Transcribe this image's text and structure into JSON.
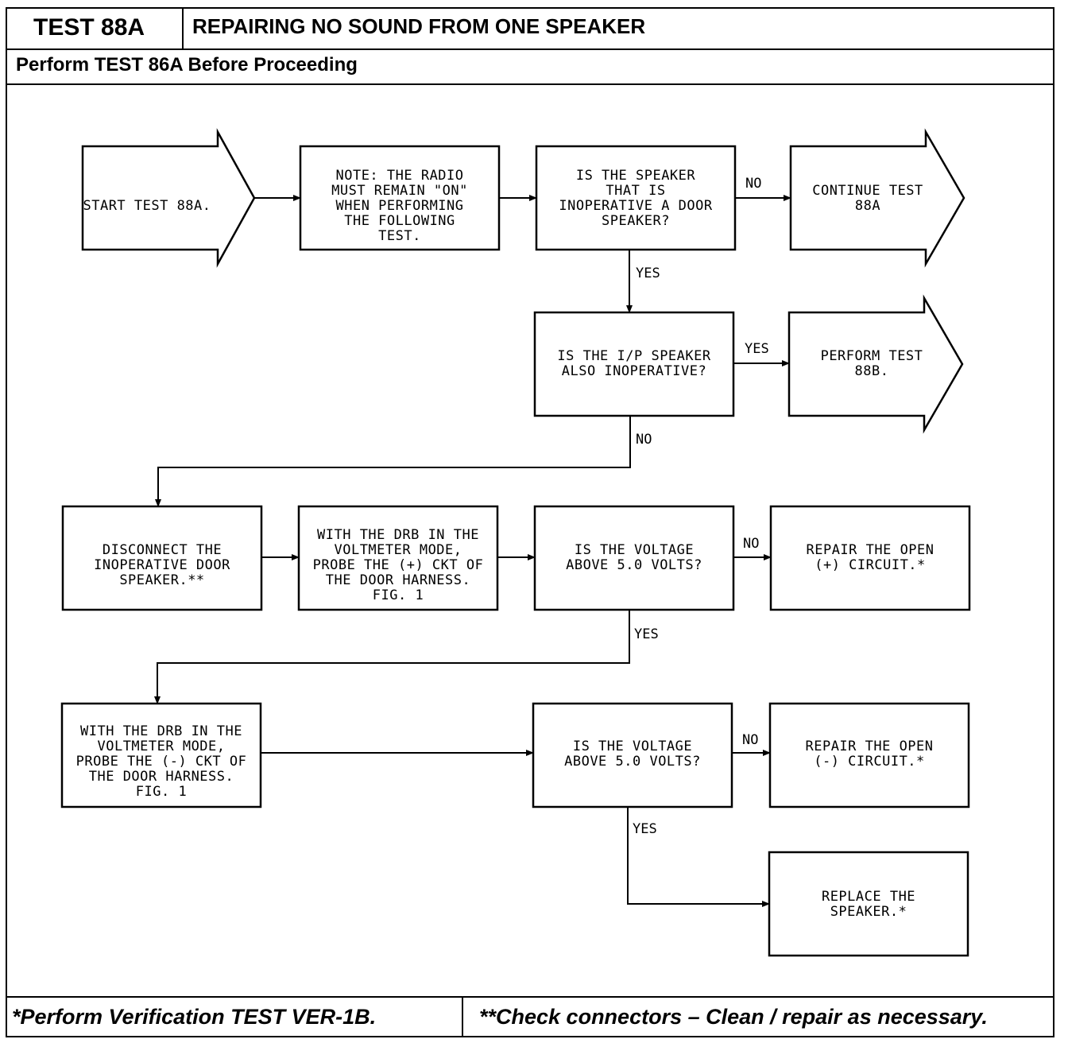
{
  "header": {
    "test_id": "TEST 88A",
    "title": "REPAIRING NO SOUND FROM ONE SPEAKER",
    "prerequisite": "Perform TEST 86A Before Proceeding"
  },
  "footer": {
    "left_note": "*Perform Verification TEST VER-1B.",
    "right_note": "**Check connectors – Clean / repair as necessary."
  },
  "flowchart": {
    "nodes": [
      {
        "id": "start",
        "shape": "arrow",
        "lines": [
          "START TEST 88A."
        ]
      },
      {
        "id": "note",
        "shape": "box",
        "lines": [
          "NOTE: THE RADIO",
          "MUST REMAIN \"ON\"",
          "WHEN PERFORMING",
          "THE FOLLOWING",
          "TEST."
        ]
      },
      {
        "id": "q_door",
        "shape": "box",
        "lines": [
          "IS THE SPEAKER",
          "THAT IS",
          "INOPERATIVE A DOOR",
          "SPEAKER?"
        ]
      },
      {
        "id": "continue",
        "shape": "arrow",
        "lines": [
          "CONTINUE TEST",
          "88A"
        ]
      },
      {
        "id": "q_ip",
        "shape": "box",
        "lines": [
          "IS THE I/P SPEAKER",
          "ALSO INOPERATIVE?"
        ]
      },
      {
        "id": "perform",
        "shape": "arrow",
        "lines": [
          "PERFORM TEST",
          "88B."
        ]
      },
      {
        "id": "disconnect",
        "shape": "box",
        "lines": [
          "DISCONNECT THE",
          "INOPERATIVE DOOR",
          "SPEAKER.**"
        ]
      },
      {
        "id": "probe_pos",
        "shape": "box",
        "lines": [
          "WITH THE DRB IN THE",
          "VOLTMETER MODE,",
          "PROBE THE (+) CKT OF",
          "THE DOOR HARNESS.",
          "FIG. 1"
        ]
      },
      {
        "id": "q_volt1",
        "shape": "box",
        "lines": [
          "IS THE VOLTAGE",
          "ABOVE 5.0 VOLTS?"
        ]
      },
      {
        "id": "repair_pos",
        "shape": "box",
        "lines": [
          "REPAIR THE OPEN",
          "(+) CIRCUIT.*"
        ]
      },
      {
        "id": "probe_neg",
        "shape": "box",
        "lines": [
          "WITH THE DRB IN THE",
          "VOLTMETER MODE,",
          "PROBE THE (-) CKT OF",
          "THE DOOR HARNESS.",
          "FIG. 1"
        ]
      },
      {
        "id": "q_volt2",
        "shape": "box",
        "lines": [
          "IS THE VOLTAGE",
          "ABOVE 5.0 VOLTS?"
        ]
      },
      {
        "id": "repair_neg",
        "shape": "box",
        "lines": [
          "REPAIR THE OPEN",
          "(-) CIRCUIT.*"
        ]
      },
      {
        "id": "replace",
        "shape": "box",
        "lines": [
          "REPLACE THE",
          "SPEAKER.*"
        ]
      }
    ],
    "edges": [
      {
        "from": "start",
        "to": "note",
        "label": ""
      },
      {
        "from": "note",
        "to": "q_door",
        "label": ""
      },
      {
        "from": "q_door",
        "to": "continue",
        "label": "NO"
      },
      {
        "from": "q_door",
        "to": "q_ip",
        "label": "YES"
      },
      {
        "from": "q_ip",
        "to": "perform",
        "label": "YES"
      },
      {
        "from": "q_ip",
        "to": "disconnect",
        "label": "NO"
      },
      {
        "from": "disconnect",
        "to": "probe_pos",
        "label": ""
      },
      {
        "from": "probe_pos",
        "to": "q_volt1",
        "label": ""
      },
      {
        "from": "q_volt1",
        "to": "repair_pos",
        "label": "NO"
      },
      {
        "from": "q_volt1",
        "to": "probe_neg",
        "label": "YES"
      },
      {
        "from": "probe_neg",
        "to": "q_volt2",
        "label": ""
      },
      {
        "from": "q_volt2",
        "to": "repair_neg",
        "label": "NO"
      },
      {
        "from": "q_volt2",
        "to": "replace",
        "label": "YES"
      }
    ]
  }
}
